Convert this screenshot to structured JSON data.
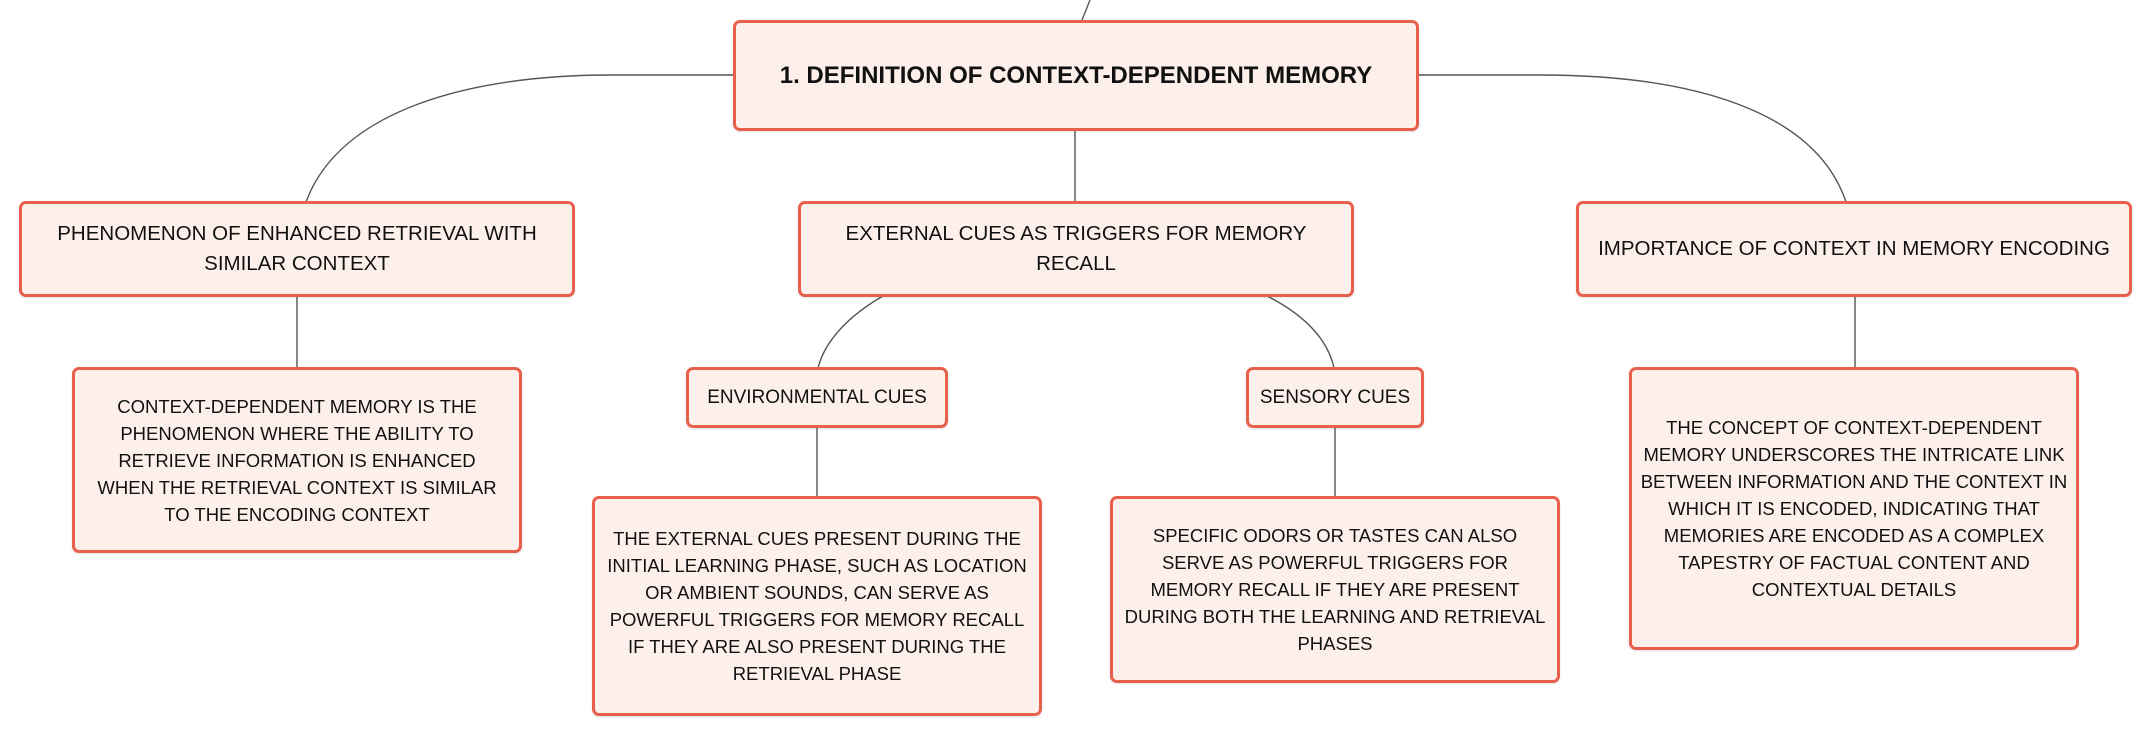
{
  "root": {
    "label": "1. DEFINITION OF CONTEXT-DEPENDENT MEMORY"
  },
  "topics": [
    {
      "label": "PHENOMENON OF ENHANCED RETRIEVAL WITH SIMILAR CONTEXT"
    },
    {
      "label": "EXTERNAL CUES AS TRIGGERS FOR MEMORY RECALL"
    },
    {
      "label": "IMPORTANCE OF CONTEXT IN MEMORY ENCODING"
    }
  ],
  "subtopics": [
    {
      "label": "ENVIRONMENTAL CUES"
    },
    {
      "label": "SENSORY CUES"
    }
  ],
  "details": [
    {
      "text": "CONTEXT-DEPENDENT MEMORY IS THE PHENOMENON WHERE THE ABILITY TO RETRIEVE INFORMATION IS ENHANCED WHEN THE RETRIEVAL CONTEXT IS SIMILAR TO THE ENCODING CONTEXT"
    },
    {
      "text": "THE EXTERNAL CUES PRESENT DURING THE INITIAL LEARNING PHASE, SUCH AS LOCATION OR AMBIENT SOUNDS, CAN SERVE AS POWERFUL TRIGGERS FOR MEMORY RECALL IF THEY ARE ALSO PRESENT DURING THE RETRIEVAL PHASE"
    },
    {
      "text": "SPECIFIC ODORS OR TASTES CAN ALSO SERVE AS POWERFUL TRIGGERS FOR MEMORY RECALL IF THEY ARE PRESENT DURING BOTH THE LEARNING AND RETRIEVAL PHASES"
    },
    {
      "text": "THE CONCEPT OF CONTEXT-DEPENDENT MEMORY UNDERSCORES THE INTRICATE LINK BETWEEN INFORMATION AND THE CONTEXT IN WHICH IT IS ENCODED, INDICATING THAT MEMORIES ARE ENCODED AS A COMPLEX TAPESTRY OF FACTUAL CONTENT AND CONTEXTUAL DETAILS"
    }
  ],
  "colors": {
    "node_border": "#e8604c",
    "node_fill": "#fdf0eb",
    "connector": "#555555",
    "text": "#111111"
  }
}
